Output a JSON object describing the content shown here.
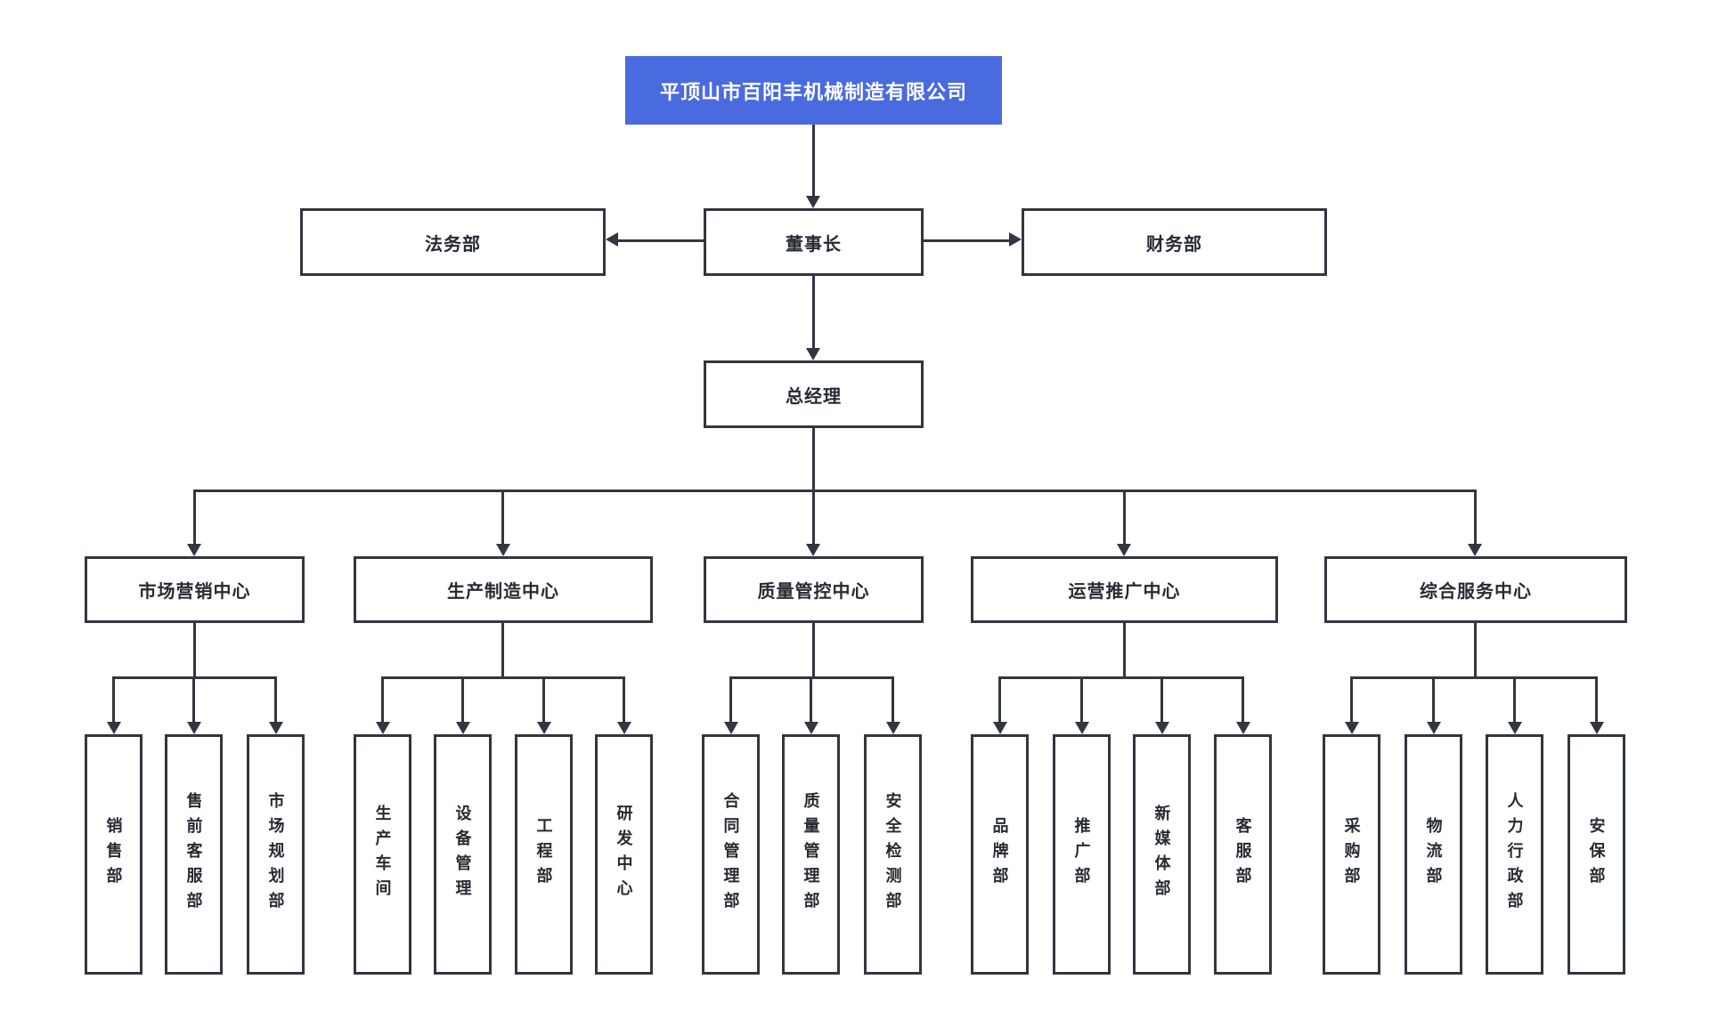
{
  "company": {
    "name": "平顶山市百阳丰机械制造有限公司"
  },
  "executive": {
    "chairman": "董事长",
    "legal": "法务部",
    "finance": "财务部",
    "general_manager": "总经理"
  },
  "divisions": [
    {
      "label": "市场营销中心",
      "departments": [
        "销售部",
        "售前客服部",
        "市场规划部"
      ]
    },
    {
      "label": "生产制造中心",
      "departments": [
        "生产车间",
        "设备管理",
        "工程部",
        "研发中心"
      ]
    },
    {
      "label": "质量管控中心",
      "departments": [
        "合同管理部",
        "质量管理部",
        "安全检测部"
      ]
    },
    {
      "label": "运营推广中心",
      "departments": [
        "品牌部",
        "推广部",
        "新媒体部",
        "客服部"
      ]
    },
    {
      "label": "综合服务中心",
      "departments": [
        "采购部",
        "物流部",
        "人力行政部",
        "安保部"
      ]
    }
  ],
  "colors": {
    "root_bg": "#4a6be0",
    "root_text": "#ffffff",
    "line": "#32363e",
    "box_bg": "#ffffff",
    "text": "#262b33",
    "canvas_bg": "#ffffff"
  }
}
